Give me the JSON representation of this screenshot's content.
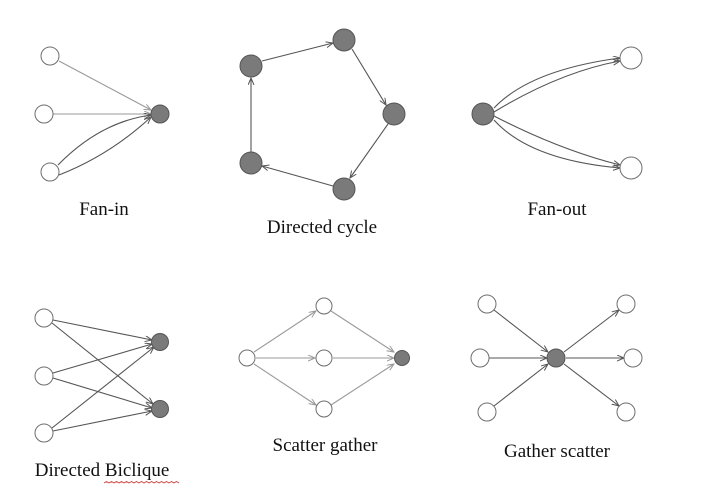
{
  "colors": {
    "filled_node": "#7a7a7a",
    "filled_node_stroke": "#555555",
    "empty_node_stroke": "#6e6e6e",
    "edge_dark": "#555555",
    "edge_light": "#9a9a9a",
    "caption_text": "#111111",
    "spellcheck_underline": "#d23a3a"
  },
  "panels": [
    {
      "id": "fan-in",
      "caption": "Fan-in"
    },
    {
      "id": "directed-cycle",
      "caption": "Directed cycle"
    },
    {
      "id": "fan-out",
      "caption": "Fan-out"
    },
    {
      "id": "directed-biclique",
      "caption": "Directed Biclique"
    },
    {
      "id": "scatter-gather",
      "caption": "Scatter gather"
    },
    {
      "id": "gather-scatter",
      "caption": "Gather scatter"
    }
  ]
}
